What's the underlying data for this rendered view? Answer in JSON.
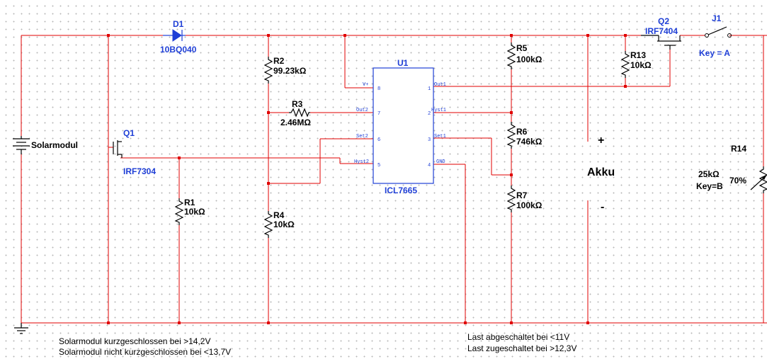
{
  "colors": {
    "wire": "#e00000",
    "component_blue": "#1f3fd6",
    "component_black": "#000000",
    "grid_dot": "#b8b8b8"
  },
  "components": {
    "solar": "Solarmodul",
    "d1": {
      "ref": "D1",
      "value": "10BQ040"
    },
    "q1": {
      "ref": "Q1",
      "value": "IRF7304"
    },
    "r1": {
      "ref": "R1",
      "value": "10kΩ"
    },
    "r2": {
      "ref": "R2",
      "value": "99.23kΩ"
    },
    "r3": {
      "ref": "R3",
      "value": "2.46MΩ"
    },
    "r4": {
      "ref": "R4",
      "value": "10kΩ"
    },
    "r5": {
      "ref": "R5",
      "value": "100kΩ"
    },
    "r6": {
      "ref": "R6",
      "value": "746kΩ"
    },
    "r7": {
      "ref": "R7",
      "value": "100kΩ"
    },
    "r13": {
      "ref": "R13",
      "value": "10kΩ"
    },
    "r14": {
      "ref": "R14",
      "value": "25kΩ",
      "percent": "70%",
      "key": "Key=B"
    },
    "u1": {
      "ref": "U1",
      "value": "ICL7665",
      "pins": {
        "vplus": "V+",
        "p8": "8",
        "out2": "Out2",
        "p7": "7",
        "set2": "Set2",
        "p6": "6",
        "hyst2": "Hyst2",
        "p5": "5",
        "out1": "Out1",
        "p1": "1",
        "hyst1": "Hyst1",
        "p2": "2",
        "set1": "Set1",
        "p3": "3",
        "gnd": "GND",
        "p4": "4"
      }
    },
    "akku": {
      "plus": "+",
      "label": "Akku",
      "minus": "-"
    },
    "q2": {
      "ref": "Q2",
      "value": "IRF7404"
    },
    "j1": {
      "ref": "J1",
      "key": "Key = A"
    }
  },
  "notes": {
    "solar_short": "Solarmodul kurzgeschlossen bei >14,2V",
    "solar_open": "Solarmodul nicht kurzgeschlossen bei <13,7V",
    "load_off": "Last abgeschaltet bei <11V",
    "load_on": "Last zugeschaltet bei >12,3V"
  }
}
